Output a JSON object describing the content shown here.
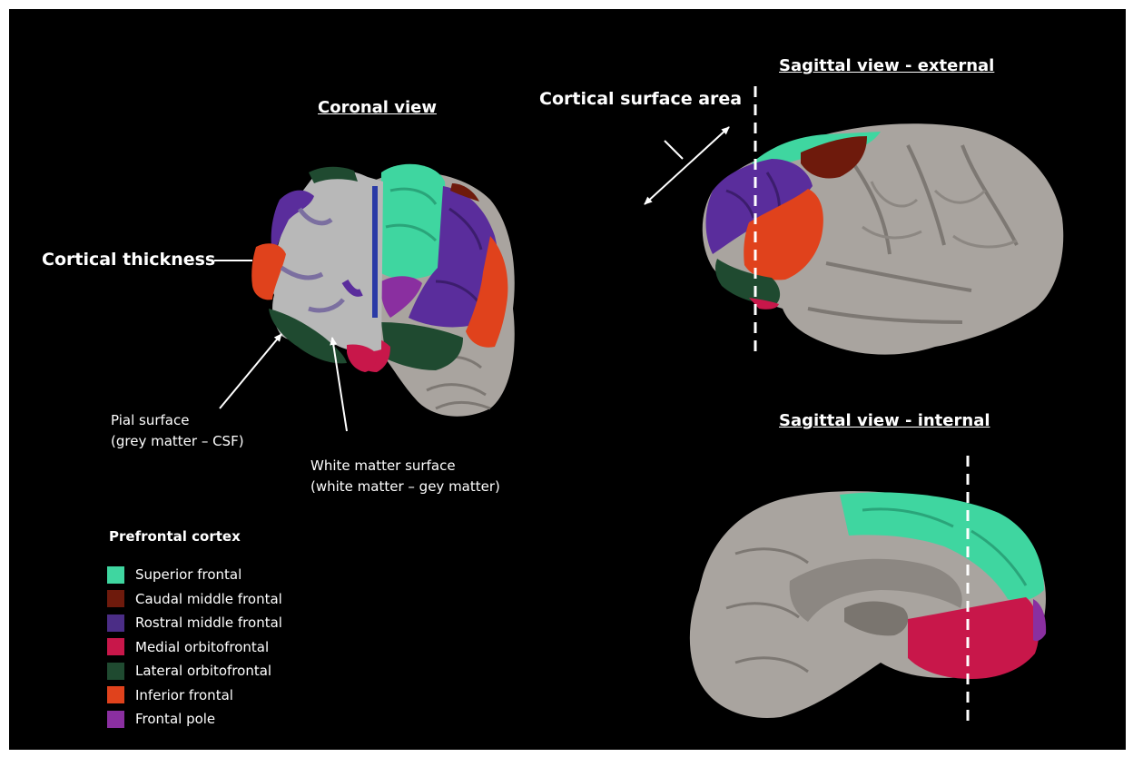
{
  "views": {
    "coronal": "Coronal view",
    "sagittal_external": "Sagittal view -  external",
    "sagittal_internal": "Sagittal view -  internal"
  },
  "annotations": {
    "cortical_surface_area": "Cortical surface area",
    "cortical_thickness": "Cortical thickness",
    "pial_surface": [
      "Pial surface",
      "(grey matter – CSF)"
    ],
    "white_matter_surface": [
      "White matter surface",
      "(white matter – gey matter)"
    ]
  },
  "legend": {
    "title": "Prefrontal cortex",
    "items": [
      {
        "label": "Superior frontal",
        "color": "#3fd6a0"
      },
      {
        "label": "Caudal middle frontal",
        "color": "#6e1a0c"
      },
      {
        "label": "Rostral middle frontal",
        "color": "#4b2d86"
      },
      {
        "label": "Medial orbitofrontal",
        "color": "#c8174a"
      },
      {
        "label": "Lateral orbitofrontal",
        "color": "#1f4a30"
      },
      {
        "label": "Inferior frontal",
        "color": "#e0421c"
      },
      {
        "label": "Frontal pole",
        "color": "#8a2fa0"
      }
    ]
  },
  "colors": {
    "background": "#000000",
    "brain_grey": "#a9a49f",
    "white_matter": "#b8b8b8"
  }
}
